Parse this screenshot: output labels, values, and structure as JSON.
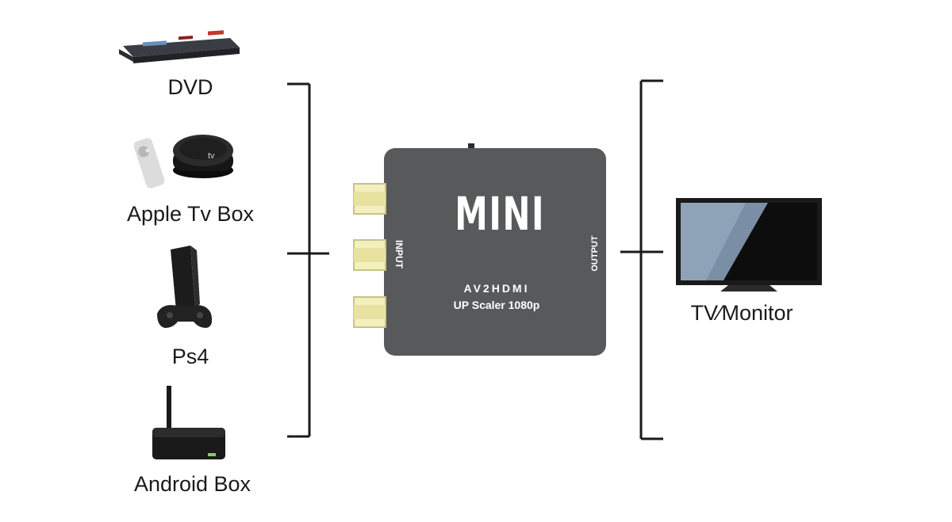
{
  "sources": [
    {
      "label": "DVD",
      "icon": "dvd-player-icon"
    },
    {
      "label": "Apple Tv Box",
      "icon": "apple-tv-box-icon"
    },
    {
      "label": "Ps4",
      "icon": "game-console-icon"
    },
    {
      "label": "Android Box",
      "icon": "android-box-icon"
    }
  ],
  "converter": {
    "brand": "MINI",
    "model": "AV2HDMI",
    "subtitle": "UP Scaler 1080p",
    "input_label": "INPUT",
    "output_label": "OUTPUT",
    "body_color": "#58595b",
    "rca_color": "#e8e2a0"
  },
  "destination": {
    "label": "TV∕Monitor",
    "icon": "tv-monitor-icon"
  }
}
